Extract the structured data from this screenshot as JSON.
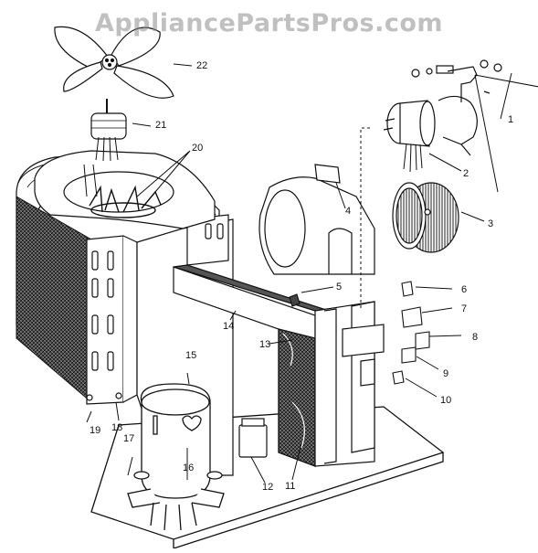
{
  "watermark": "AppliancePartsPros.com",
  "callouts": [
    {
      "id": "1",
      "label": "1"
    },
    {
      "id": "2",
      "label": "2"
    },
    {
      "id": "3",
      "label": "3"
    },
    {
      "id": "4",
      "label": "4"
    },
    {
      "id": "5",
      "label": "5"
    },
    {
      "id": "6",
      "label": "6"
    },
    {
      "id": "7",
      "label": "7"
    },
    {
      "id": "8",
      "label": "8"
    },
    {
      "id": "9",
      "label": "9"
    },
    {
      "id": "10",
      "label": "10"
    },
    {
      "id": "11",
      "label": "11"
    },
    {
      "id": "12",
      "label": "12"
    },
    {
      "id": "13",
      "label": "13"
    },
    {
      "id": "14",
      "label": "14"
    },
    {
      "id": "15",
      "label": "15"
    },
    {
      "id": "16",
      "label": "16"
    },
    {
      "id": "17",
      "label": "17"
    },
    {
      "id": "18",
      "label": "18"
    },
    {
      "id": "19",
      "label": "19"
    },
    {
      "id": "20",
      "label": "20"
    },
    {
      "id": "21",
      "label": "21"
    },
    {
      "id": "22",
      "label": "22"
    }
  ]
}
